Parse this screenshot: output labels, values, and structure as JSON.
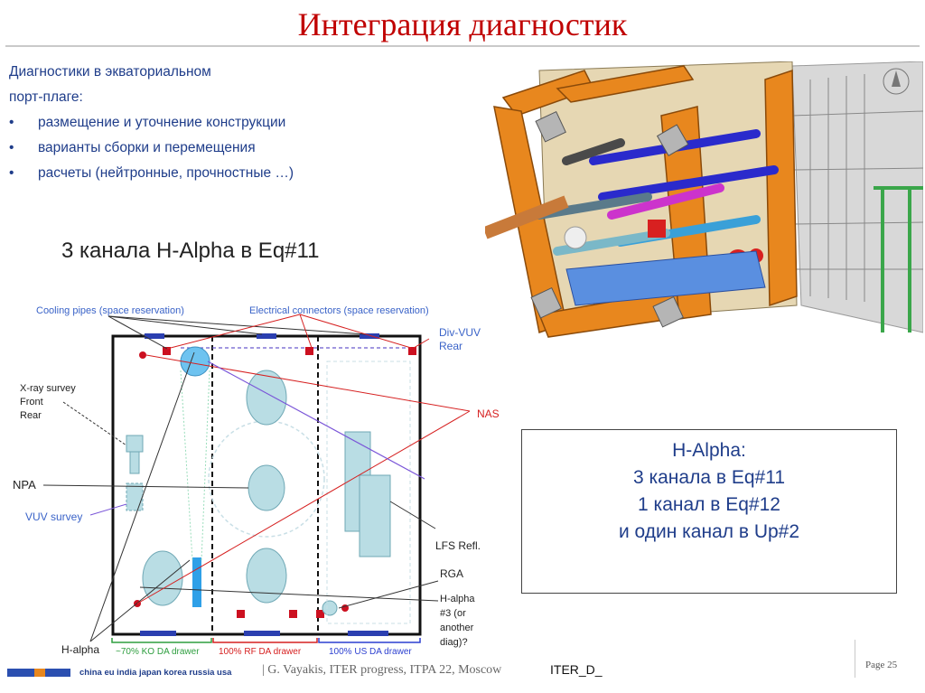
{
  "title": "Интеграция диагностик",
  "intro": {
    "line1": "Диагностики в экваториальном",
    "line2": "порт-плаге:",
    "bullets": [
      "размещение и уточнение конструкции",
      "варианты сборки и перемещения",
      "расчеты (нейтронные, прочностные …)"
    ],
    "bullet_symbol": "•"
  },
  "subhead": "3 канала H-Alpha в  Eq#11",
  "diagram": {
    "cooling_pipes": "Cooling pipes (space reservation)",
    "electrical_connectors": "Electrical connectors (space reservation)",
    "div_vuv_1": "Div-VUV",
    "div_vuv_2": "Rear",
    "xray_1": "X-ray survey",
    "xray_2": "Front",
    "xray_3": "Rear",
    "nas": "NAS",
    "npa": "NPA",
    "vuv_survey": "VUV survey",
    "lfs_refl": "LFS Refl.",
    "rga": "RGA",
    "halpha3_1": "H-alpha",
    "halpha3_2": "#3 (or",
    "halpha3_3": "another",
    "halpha3_4": "diag)?",
    "halpha": "H-alpha",
    "drawer_ko": "~70% KO DA drawer",
    "drawer_rf": "100% RF DA drawer",
    "drawer_us": "100% US DA drawer"
  },
  "infobox": {
    "lines": [
      "H-Alpha:",
      "3 канала в  Eq#11",
      " 1 канал в Eq#12",
      "и один канал в Up#2"
    ]
  },
  "footer": {
    "countries": "china eu india japan korea russia usa",
    "author": "| G. Vayakis, ITER progress, ITPA 22, Moscow",
    "doc": "ITER_D_",
    "page": "Page 25"
  },
  "colors": {
    "title": "#c00000",
    "text_blue": "#1f3d8a",
    "ko_green": "#2e9e3f",
    "rf_red": "#d62020",
    "us_blue": "#2b3fd0"
  }
}
